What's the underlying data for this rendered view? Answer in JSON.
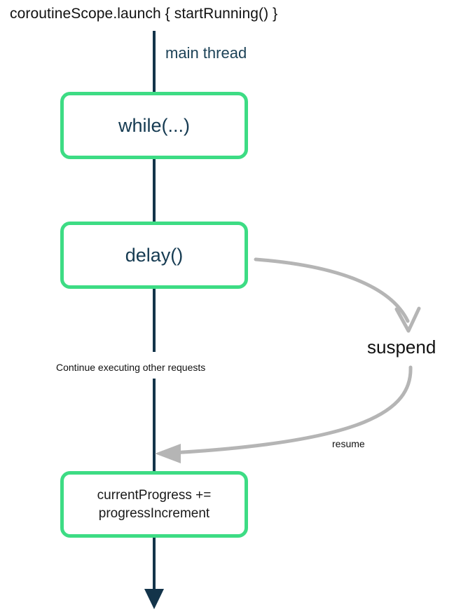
{
  "diagram": {
    "title": "coroutineScope.launch { startRunning() }",
    "thread_label": "main thread",
    "continue_label": "Continue executing other requests",
    "suspend_label": "suspend",
    "resume_label": "resume",
    "nodes": [
      {
        "id": "while",
        "label": "while(...)"
      },
      {
        "id": "delay",
        "label": "delay()"
      },
      {
        "id": "progress",
        "line1": "currentProgress +=",
        "line2": "progressIncrement"
      }
    ],
    "colors": {
      "node_border": "#3ddc84",
      "node_fill": "#ffffff",
      "thread_line": "#13344a",
      "node_text": "#163b52",
      "body_text": "#111111",
      "curve": "#b5b5b5",
      "background": "#ffffff"
    }
  }
}
